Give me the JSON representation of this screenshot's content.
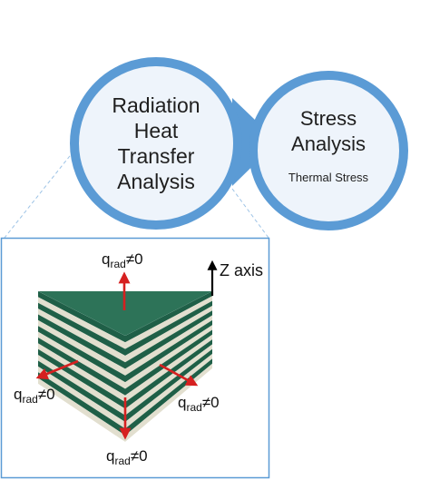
{
  "circles": {
    "left": {
      "lines": [
        "Radiation",
        "Heat",
        "Transfer",
        "Analysis"
      ]
    },
    "right": {
      "lines": [
        "Stress",
        "Analysis"
      ],
      "caption": "Thermal Stress"
    }
  },
  "flux_labels": {
    "top": {
      "base": "q",
      "sub": "rad",
      "rest": "≠0"
    },
    "left": {
      "base": "q",
      "sub": "rad",
      "rest": "≠0"
    },
    "right": {
      "base": "q",
      "sub": "rad",
      "rest": "≠0"
    },
    "bottom": {
      "base": "q",
      "sub": "rad",
      "rest": "≠0"
    }
  },
  "axis": {
    "label": "Z axis"
  },
  "colors": {
    "circle_fill": "#eef4fb",
    "circle_stroke": "#5b9bd5",
    "arrow_head": "#5b9bd5",
    "box_stroke": "#5b9bd5",
    "dashed_line": "#9dc3e6",
    "top_face": "#2d7358",
    "dark_layer": "#1f5f47",
    "light_layer": "#e2dfcf",
    "flux_arrow": "#d62020",
    "z_axis": "#000000"
  },
  "icons": {
    "connector": "triangle-arrow-icon",
    "flux": "red-arrow-icon",
    "axis": "black-up-arrow-icon"
  }
}
